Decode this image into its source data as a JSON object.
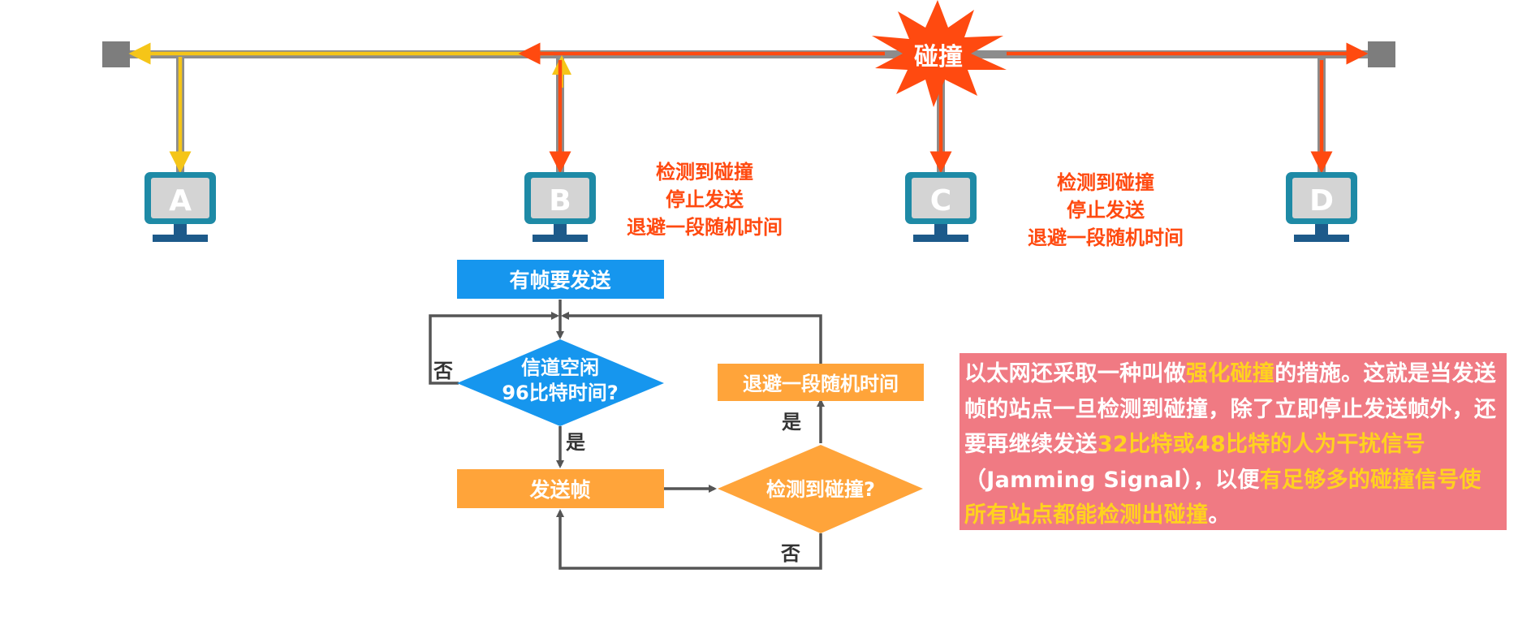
{
  "colors": {
    "bus": "#8c8c8c",
    "signal_yellow": "#f5c518",
    "signal_red": "#ff4a10",
    "burst": "#ff4a10",
    "monitor_frame": "#1e8aa6",
    "monitor_screen": "#d4d4d4",
    "monitor_base": "#1d5a8a",
    "flow_blue": "#1696ee",
    "flow_orange": "#ffa43a",
    "note_bg": "#f07a83",
    "highlight": "#ffd21f"
  },
  "network": {
    "collision_label": "碰撞",
    "stations": [
      {
        "id": "A",
        "label": "A",
        "icon": "monitor-icon"
      },
      {
        "id": "B",
        "label": "B",
        "icon": "monitor-icon"
      },
      {
        "id": "C",
        "label": "C",
        "icon": "monitor-icon"
      },
      {
        "id": "D",
        "label": "D",
        "icon": "monitor-icon"
      }
    ],
    "annotations": [
      {
        "station": "B",
        "lines": [
          "检测到碰撞",
          "停止发送",
          "退避一段随机时间"
        ]
      },
      {
        "station": "C",
        "lines": [
          "检测到碰撞",
          "停止发送",
          "退避一段随机时间"
        ]
      }
    ]
  },
  "flowchart": {
    "start": "有帧要发送",
    "decision_idle": [
      "信道空闲",
      "96比特时间?"
    ],
    "send": "发送帧",
    "decision_collision": "检测到碰撞?",
    "backoff": "退避一段随机时间",
    "label_no_idle": "否",
    "label_yes_idle": "是",
    "label_yes_collision": "是",
    "label_no_collision": "否"
  },
  "note": {
    "segments": [
      {
        "text": "以太网还采取一种叫做",
        "highlight": false
      },
      {
        "text": "强化碰撞",
        "highlight": true
      },
      {
        "text": "的措施。这就是当发送帧的站点一旦检测到碰撞，除了立即停止发送帧外，还要再继续发送",
        "highlight": false
      },
      {
        "text": "32比特或48比特的人为干扰信号",
        "highlight": true
      },
      {
        "text": "（Jamming Signal），以便",
        "highlight": false
      },
      {
        "text": "有足够多的碰撞信号使所有站点都能检测出碰撞",
        "highlight": true
      },
      {
        "text": "。",
        "highlight": false
      }
    ]
  }
}
